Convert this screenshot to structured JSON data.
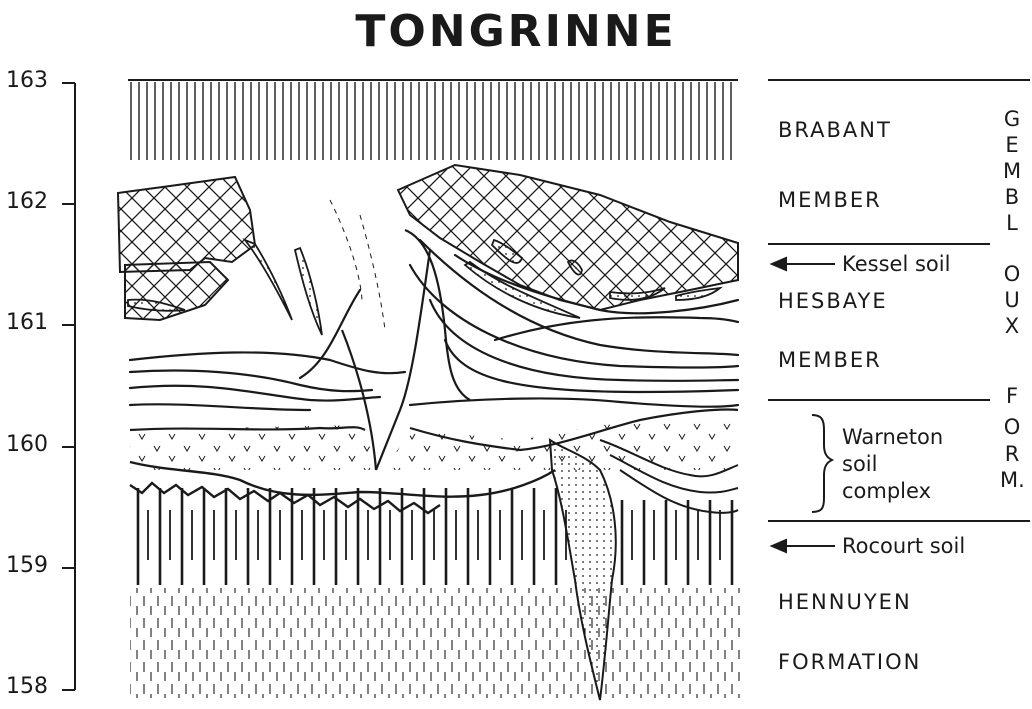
{
  "title": "TONGRINNE",
  "depth_axis": {
    "ticks": [
      "163",
      "162",
      "161",
      "160",
      "159",
      "158"
    ]
  },
  "units": {
    "brabant_member": "BRABANT MEMBER",
    "kessel_soil": "Kessel soil",
    "hesbaye_member": "HESBAYE MEMBER",
    "warneton_soil_complex": "Warneton soil complex",
    "rocourt_soil": "Rocourt soil",
    "hennuyen_formation": "HENNUYEN FORMATION"
  },
  "labels": {
    "brabant": "BRABANT",
    "member_1": "MEMBER",
    "kessel": "Kessel soil",
    "hesbaye": "HESBAYE",
    "member_2": "MEMBER",
    "warneton": "Warneton",
    "soil": "soil",
    "complex": "complex",
    "rocourt": "Rocourt soil",
    "hennuyen": "HENNUYEN",
    "formation": "FORMATION"
  },
  "formation_letters": {
    "gembloux": [
      "G",
      "E",
      "M",
      "B",
      "L",
      "O",
      "U",
      "X"
    ],
    "form": [
      "F",
      "O",
      "R",
      "M."
    ]
  },
  "colors": {
    "ink": "#1a1a1a",
    "paper": "#ffffff"
  }
}
